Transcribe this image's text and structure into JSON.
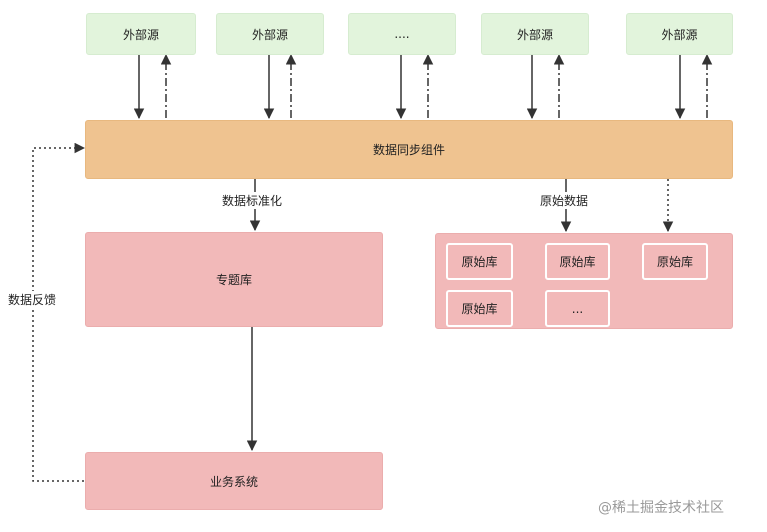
{
  "sources": [
    "外部源",
    "外部源",
    "....",
    "外部源",
    "外部源"
  ],
  "sync": "数据同步组件",
  "topic": "专题库",
  "business": "业务系统",
  "labels": {
    "standardize": "数据标准化",
    "raw_data": "原始数据",
    "feedback": "数据反馈"
  },
  "raw_libs": [
    "原始库",
    "原始库",
    "原始库",
    "原始库",
    "..."
  ],
  "watermark": "@稀土掘金技术社区",
  "colors": {
    "source_fill": "#e2f4dc",
    "sync_fill": "#efc390",
    "pink_fill": "#f2b9b9"
  }
}
